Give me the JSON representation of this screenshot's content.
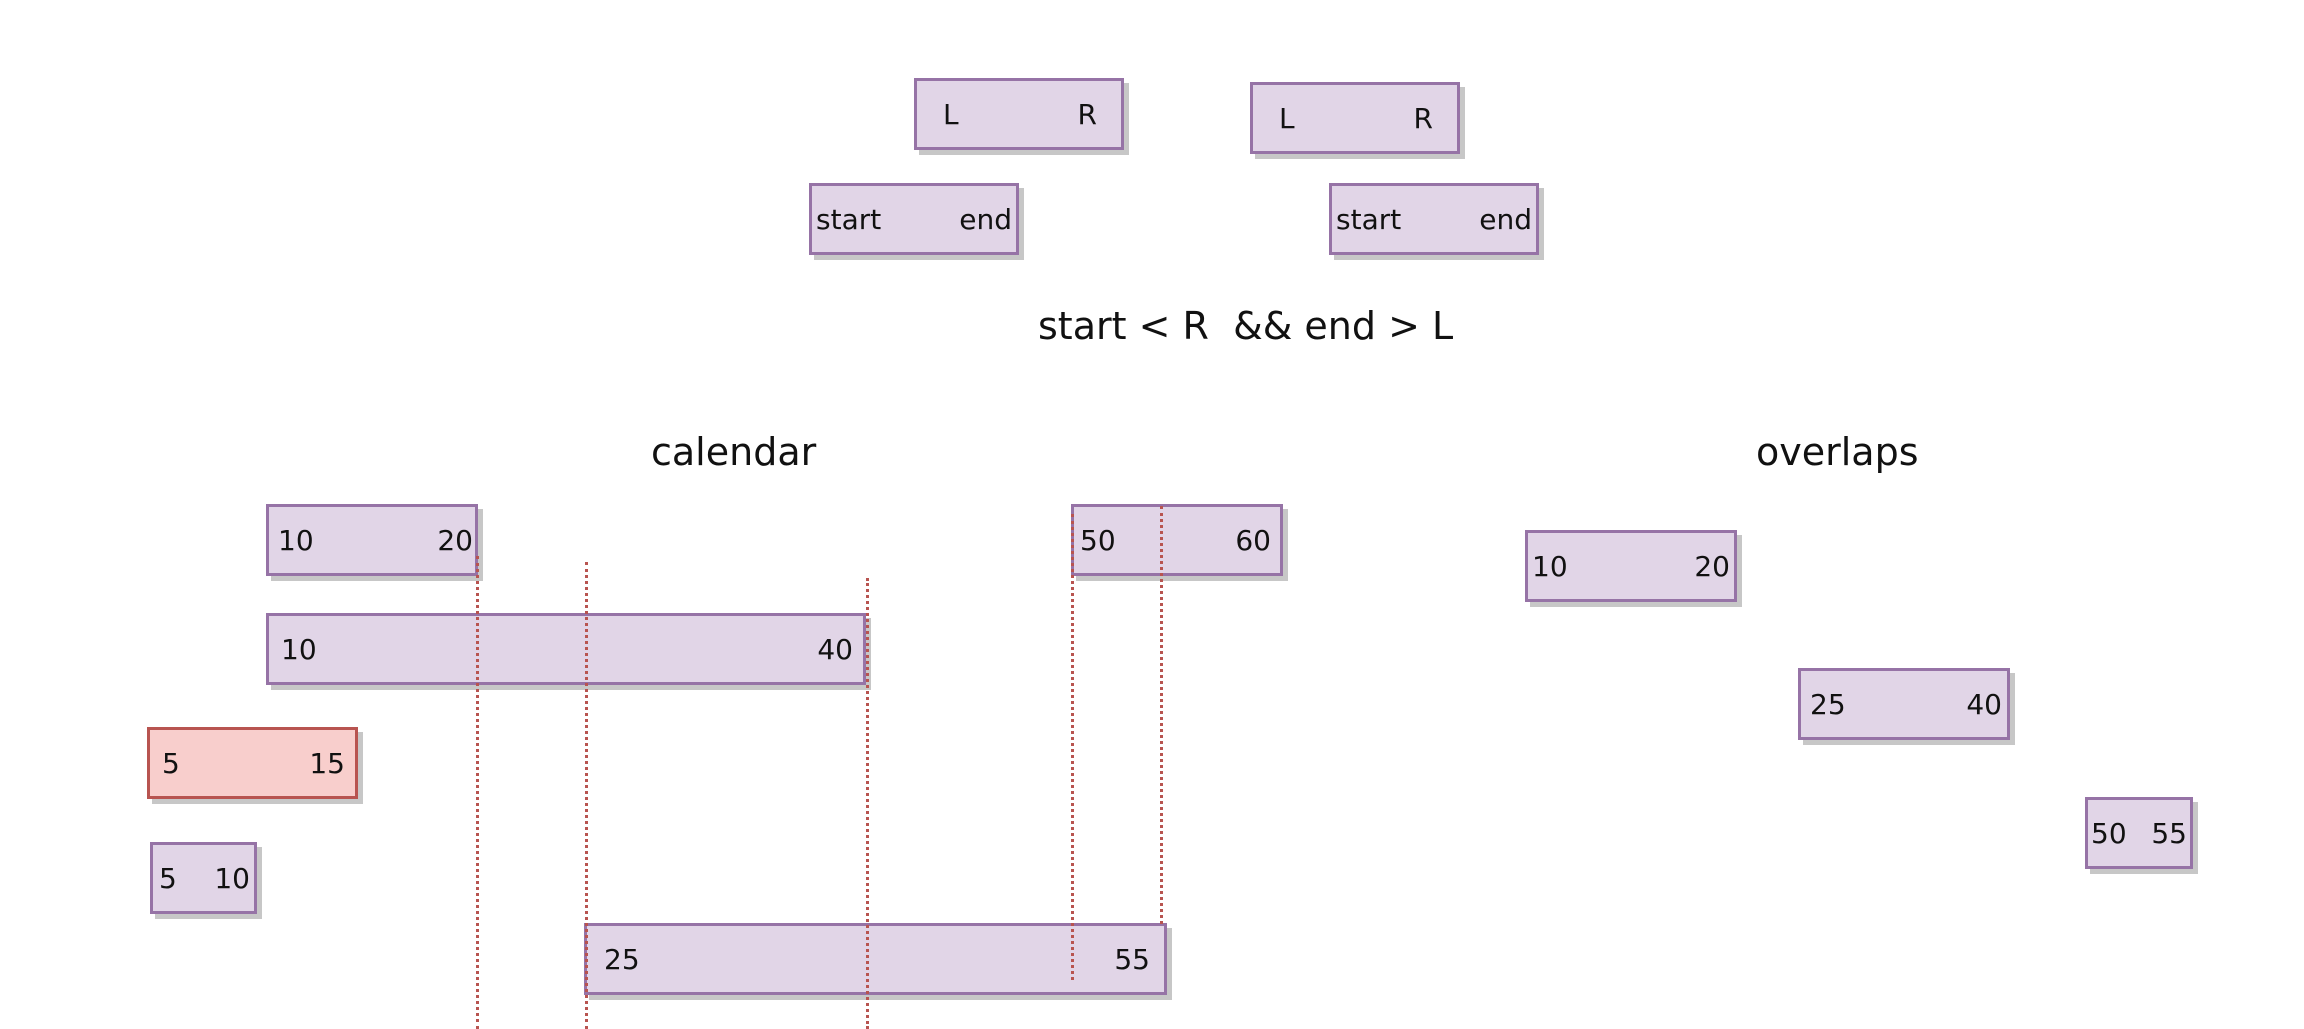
{
  "formula": {
    "text": "start < R  && end > L"
  },
  "top": {
    "lr_labels": [
      "L",
      "R"
    ],
    "se_labels": [
      "start",
      "end"
    ]
  },
  "calendar": {
    "title": "calendar",
    "intervals": [
      {
        "start": "10",
        "end": "20"
      },
      {
        "start": "50",
        "end": "60"
      },
      {
        "start": "10",
        "end": "40"
      },
      {
        "start": "5",
        "end": "15",
        "highlight": true
      },
      {
        "start": "5",
        "end": "10"
      },
      {
        "start": "25",
        "end": "55"
      }
    ]
  },
  "overlaps": {
    "title": "overlaps",
    "intervals": [
      {
        "start": "10",
        "end": "20"
      },
      {
        "start": "25",
        "end": "40"
      },
      {
        "start": "50",
        "end": "55"
      }
    ]
  },
  "colors": {
    "box_fill": "#e1d5e7",
    "box_border": "#9673a6",
    "highlight_fill": "#f8cecc",
    "highlight_border": "#b85450",
    "guide_line": "#b85450"
  }
}
